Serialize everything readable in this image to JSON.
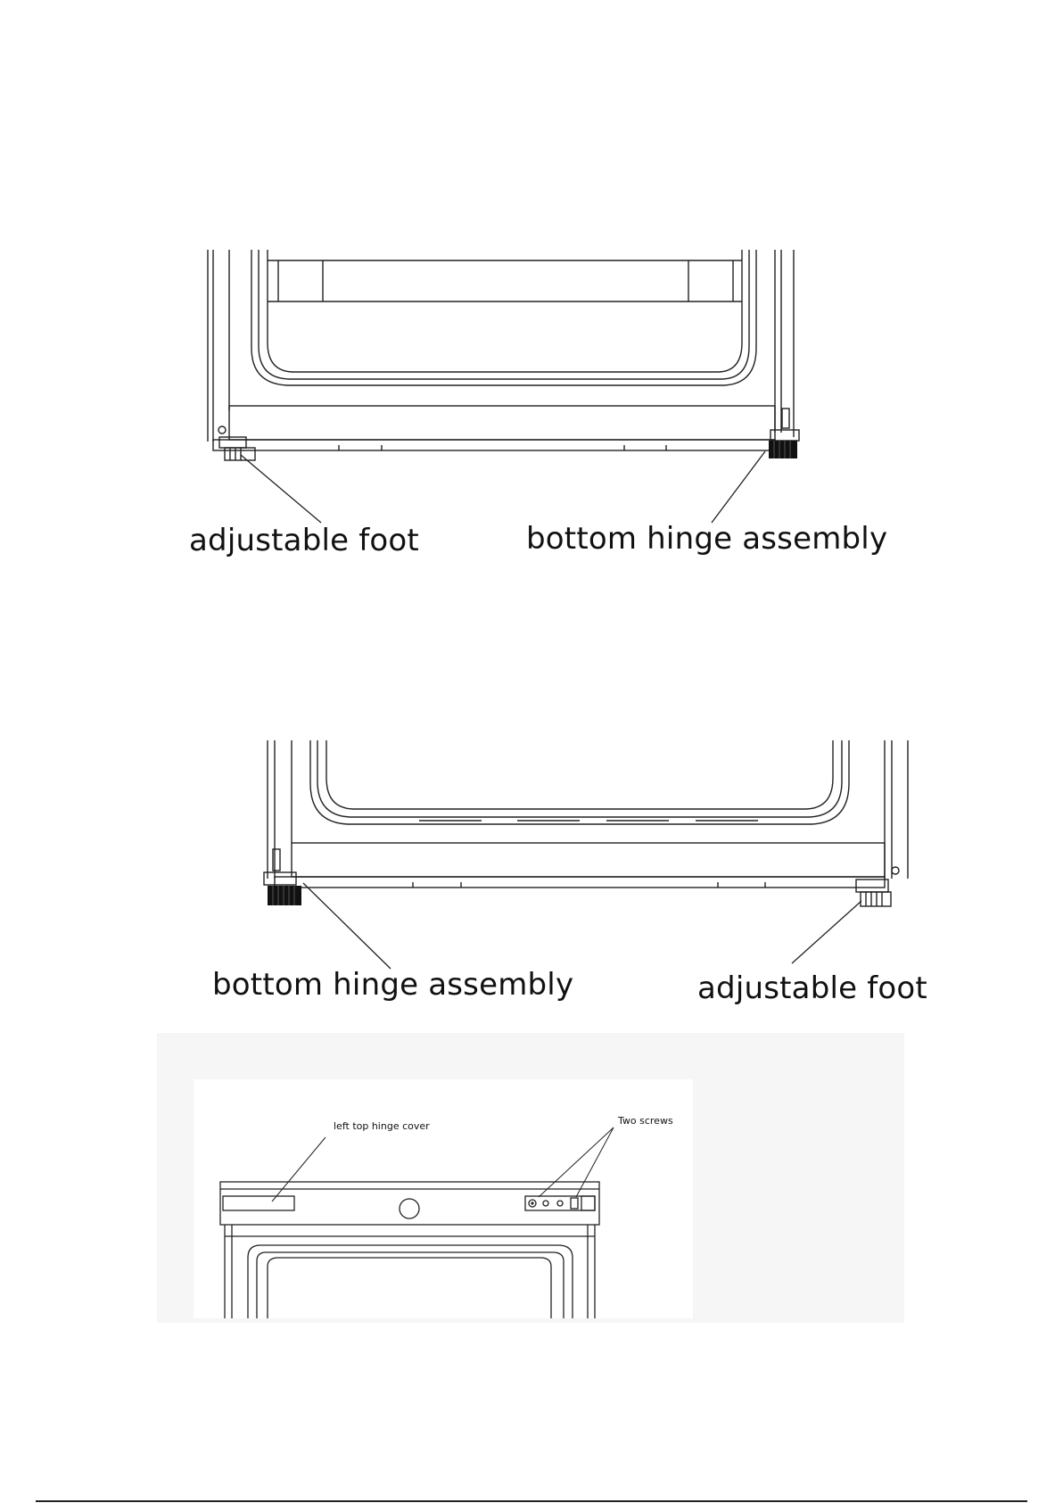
{
  "figure1": {
    "label_left": "adjustable foot",
    "label_right": "bottom hinge assembly"
  },
  "figure2": {
    "label_left": "bottom hinge assembly",
    "label_right": "adjustable foot"
  },
  "figure3": {
    "label_cover": "left top hinge cover",
    "label_screws": "Two screws"
  }
}
